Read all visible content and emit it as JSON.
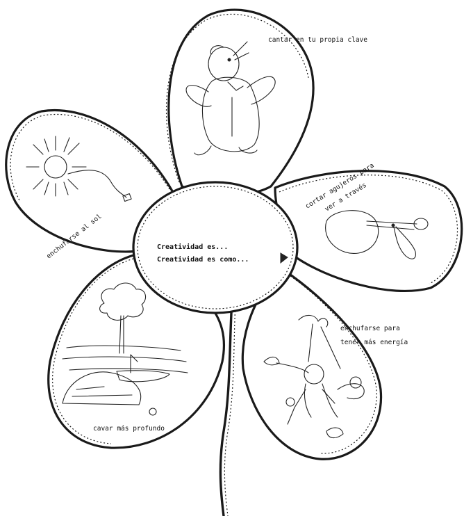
{
  "diagram": {
    "center": {
      "line1": "Creatividad es...",
      "line2": "Creatividad es como..."
    },
    "petals": {
      "top": {
        "label": "cantar en tu propia clave",
        "icon": "singing-bird-icon"
      },
      "upper_left": {
        "label": "enchufarse al sol",
        "icon": "sun-plug-icon"
      },
      "right": {
        "label_line1": "cortar agujeros para",
        "label_line2": "ver a través",
        "icon": "scissors-icon"
      },
      "lower_right": {
        "label_line1": "enchufarse para",
        "label_line2": "tener más energía",
        "icon": "plugged-people-icon"
      },
      "lower_left": {
        "label": "cavar más profundo",
        "icon": "island-tree-boat-icon"
      }
    }
  }
}
